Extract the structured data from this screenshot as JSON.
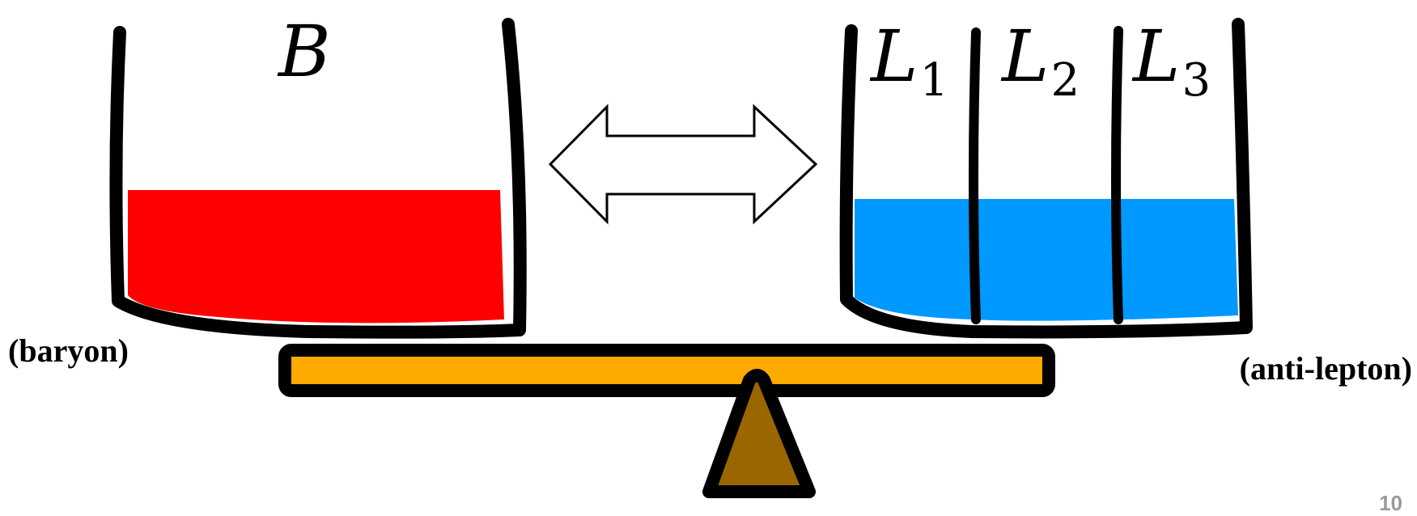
{
  "diagram": {
    "left_container": {
      "symbol": "B",
      "caption": "(baryon)",
      "fill_color": "#ff0000",
      "fill_level": 0.38
    },
    "right_container": {
      "compartments": [
        {
          "symbol": "L",
          "subscript": "1"
        },
        {
          "symbol": "L",
          "subscript": "2"
        },
        {
          "symbol": "L",
          "subscript": "3"
        }
      ],
      "caption": "(anti-lepton)",
      "fill_color": "#0099ff",
      "fill_level": 0.36
    },
    "arrow": "double-headed",
    "balance": {
      "beam_color": "#ffaa00",
      "fulcrum_color": "#996600"
    },
    "page_number": "10"
  }
}
